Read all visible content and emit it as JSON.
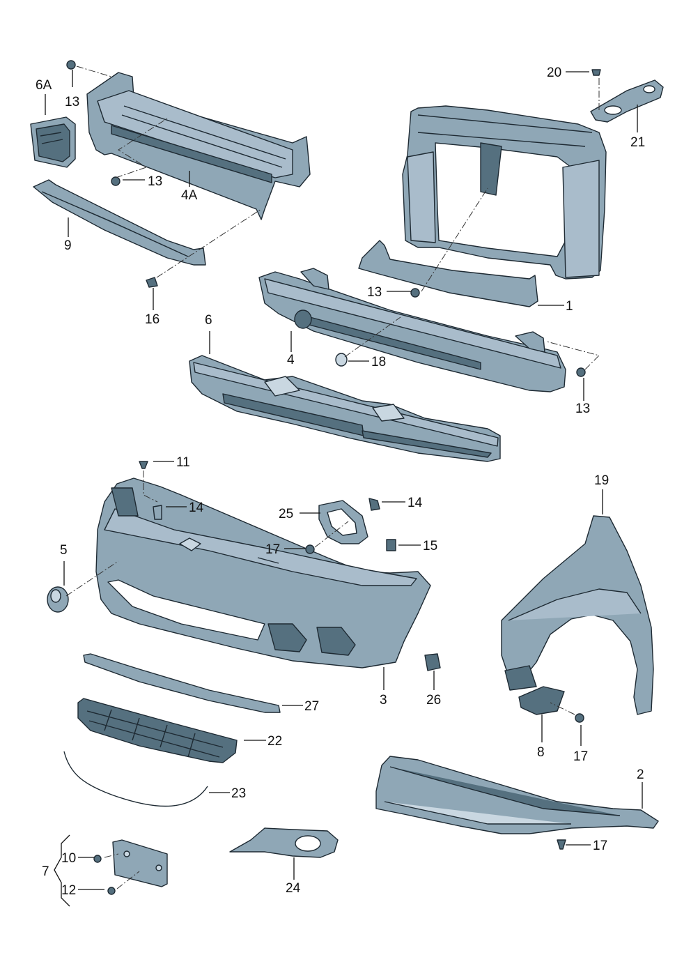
{
  "diagram": {
    "labels": {
      "l6A": "6A",
      "l13a": "13",
      "l13b": "13",
      "l4A": "4A",
      "l9": "9",
      "l16": "16",
      "l20": "20",
      "l21": "21",
      "l13c": "13",
      "l1": "1",
      "l6": "6",
      "l4": "4",
      "l18": "18",
      "l13d": "13",
      "l11": "11",
      "l14a": "14",
      "l25": "25",
      "l14b": "14",
      "l17a": "17",
      "l15": "15",
      "l5": "5",
      "l19": "19",
      "l3": "3",
      "l26": "26",
      "l27": "27",
      "l22": "22",
      "l8": "8",
      "l17b": "17",
      "l2": "2",
      "l23": "23",
      "l17c": "17",
      "l7": "7",
      "l10": "10",
      "l12": "12",
      "l24": "24"
    },
    "colors": {
      "part_fill": "#8fa7b6",
      "part_dark": "#55707f",
      "part_light": "#c9d7e1",
      "outline": "#1e2a33"
    }
  }
}
